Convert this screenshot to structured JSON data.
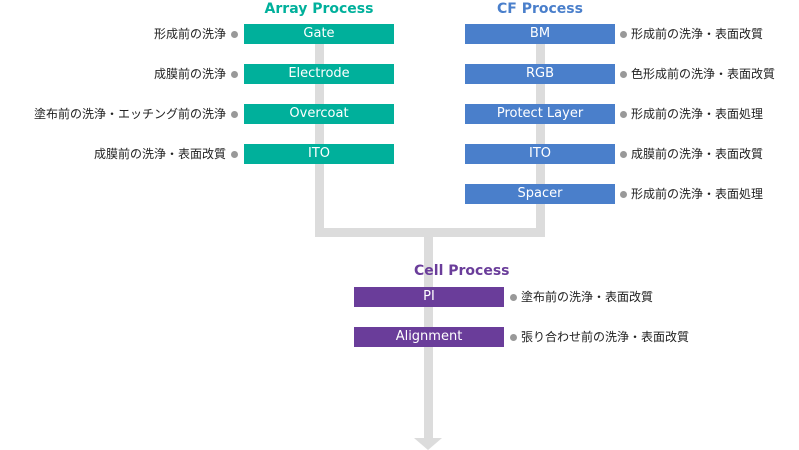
{
  "colors": {
    "array": "#00b09b",
    "cf": "#4a7fcb",
    "cell": "#6a3d9a",
    "connector": "#dcdcdc",
    "dot": "#999999"
  },
  "array": {
    "title": "Array Process",
    "steps": [
      {
        "label": "Gate",
        "note": "形成前の洗浄"
      },
      {
        "label": "Electrode",
        "note": "成膜前の洗浄"
      },
      {
        "label": "Overcoat",
        "note": "塗布前の洗浄・エッチング前の洗浄"
      },
      {
        "label": "ITO",
        "note": "成膜前の洗浄・表面改質"
      }
    ]
  },
  "cf": {
    "title": "CF Process",
    "steps": [
      {
        "label": "BM",
        "note": "形成前の洗浄・表面改質"
      },
      {
        "label": "RGB",
        "note": "色形成前の洗浄・表面改質"
      },
      {
        "label": "Protect Layer",
        "note": "形成前の洗浄・表面処理"
      },
      {
        "label": "ITO",
        "note": "成膜前の洗浄・表面改質"
      },
      {
        "label": "Spacer",
        "note": "形成前の洗浄・表面処理"
      }
    ]
  },
  "cell": {
    "title": "Cell Process",
    "steps": [
      {
        "label": "PI",
        "note": "塗布前の洗浄・表面改質"
      },
      {
        "label": "Alignment",
        "note": "張り合わせ前の洗浄・表面改質"
      }
    ]
  }
}
